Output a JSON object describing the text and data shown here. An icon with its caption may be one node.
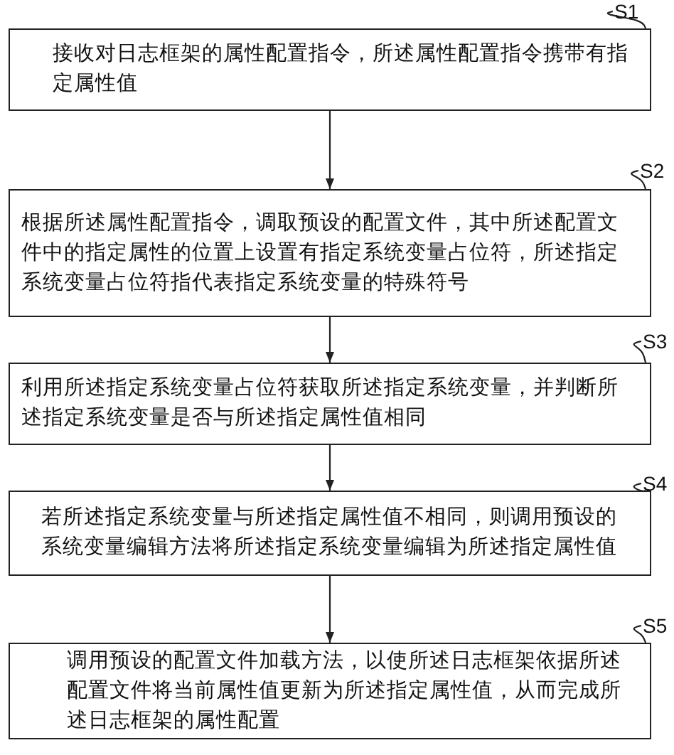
{
  "diagram": {
    "nodes": [
      {
        "text": [
          "S1"
        ]
      },
      {
        "text": [
          "接收对日志框架的属性配置指令，所述属性配置指令携带有指定属性值"
        ]
      },
      {
        "text": [
          "S2"
        ]
      },
      {
        "text": [
          "根据所述属性配置指令，调取预设的配置文件，其中所述配置文件中的指定属性的位置上设置有指定系统变量占位符，所述指定系统变量占位符指代表指定系统变量的特殊符号"
        ]
      },
      {
        "text": [
          "S3"
        ]
      },
      {
        "text": [
          "利用所述指定系统变量占位符获取所述指定系统变量，并判断所述指定系统变量是否与所述指定属性值相同"
        ]
      },
      {
        "text": [
          "S4"
        ]
      },
      {
        "text": [
          "若所述指定系统变量与所述指定属性值不相同，则调用预设的系统变量编辑方法将所述指定系统变量编辑为所述指定属性值"
        ]
      },
      {
        "text": [
          "S5"
        ]
      },
      {
        "text": [
          "调用预设的配置文件加载方法，以使所述日志框架依据所述配置文件将当前属性值更新为所述指定属性值，从而完成所述日志框架的属性配置"
        ]
      }
    ],
    "edges": [
      {
        "from": 0,
        "to": 1,
        "arrow": "none"
      },
      {
        "from": 1,
        "to": 3,
        "arrow": "to"
      },
      {
        "from": 2,
        "to": 3,
        "arrow": "none"
      },
      {
        "from": 3,
        "to": 5,
        "arrow": "to"
      },
      {
        "from": 4,
        "to": 5,
        "arrow": "none"
      },
      {
        "from": 5,
        "to": 7,
        "arrow": "to"
      },
      {
        "from": 6,
        "to": 7,
        "arrow": "none"
      },
      {
        "from": 7,
        "to": 9,
        "arrow": "to"
      },
      {
        "from": 8,
        "to": 9,
        "arrow": "none"
      }
    ]
  }
}
